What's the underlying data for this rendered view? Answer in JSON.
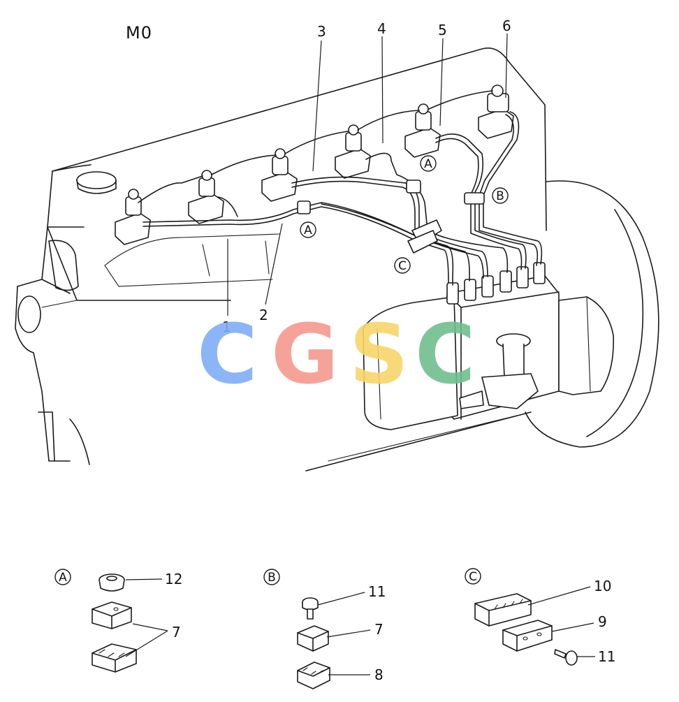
{
  "diagram": {
    "model_code": "M0",
    "callouts": [
      {
        "id": "c1",
        "label": "1"
      },
      {
        "id": "c2",
        "label": "2"
      },
      {
        "id": "c3",
        "label": "3"
      },
      {
        "id": "c4",
        "label": "4"
      },
      {
        "id": "c5",
        "label": "5"
      },
      {
        "id": "c6",
        "label": "6"
      }
    ],
    "section_refs": {
      "a1": "A",
      "a2": "A",
      "b1": "B",
      "c1": "C"
    },
    "watermark": {
      "letters": [
        "C",
        "G",
        "S",
        "C"
      ],
      "colors": [
        "#7fadf7",
        "#f59a8e",
        "#f7d56a",
        "#6fbf8e"
      ]
    },
    "details": {
      "A": {
        "key": "A",
        "labels": {
          "p12": "12",
          "p7": "7"
        }
      },
      "B": {
        "key": "B",
        "labels": {
          "p11": "11",
          "p7": "7",
          "p8": "8"
        }
      },
      "C": {
        "key": "C",
        "labels": {
          "p10": "10",
          "p9": "9",
          "p11": "11"
        }
      }
    }
  }
}
